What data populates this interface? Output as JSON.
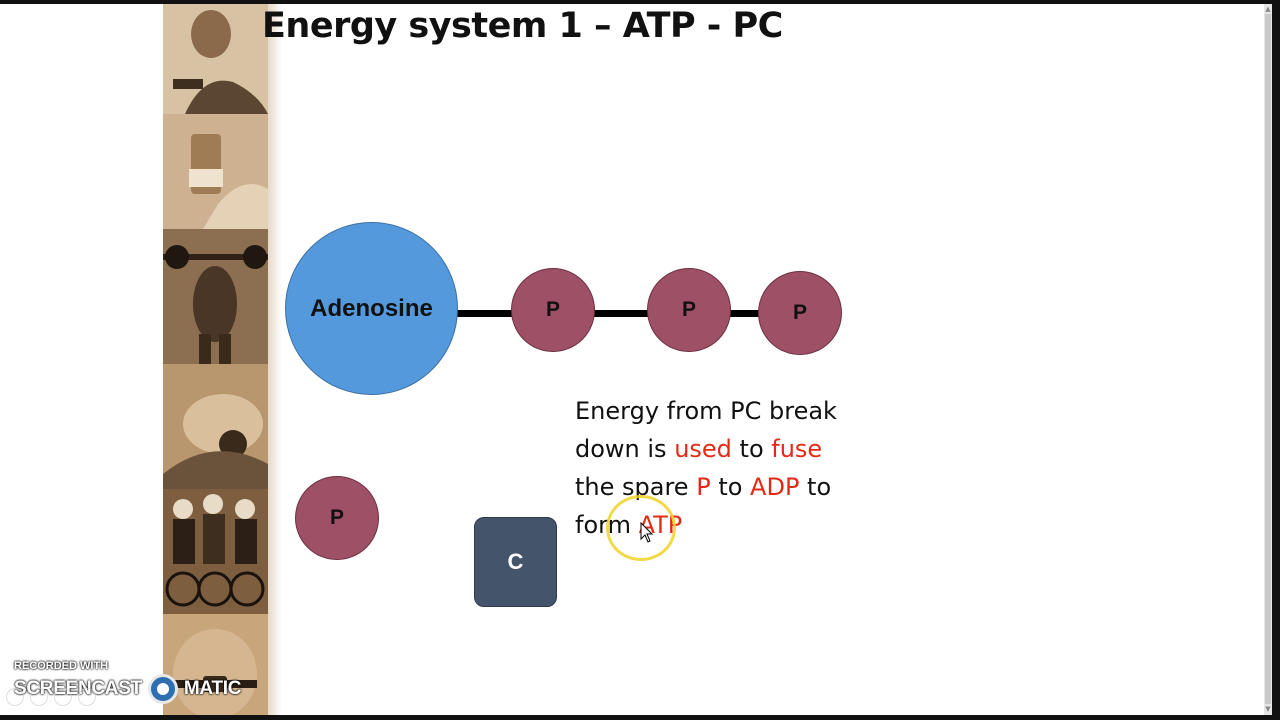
{
  "slide": {
    "title": "Energy system 1 – ATP - PC"
  },
  "molecule": {
    "adenosine_label": "Adenosine",
    "phosphates": [
      "P",
      "P",
      "P"
    ],
    "colors": {
      "adenosine": "#5599dd",
      "phosphate": "#9e5066",
      "creatine": "#44546a",
      "bond": "#000000"
    }
  },
  "spare": {
    "phosphate_label": "P",
    "creatine_label": "C"
  },
  "explanation": {
    "line1": "Energy from PC break",
    "line2_a": "down is ",
    "line2_b": "used",
    "line2_c": " to ",
    "line2_d": "fuse",
    "line3_a": "the spare ",
    "line3_b": "P",
    "line3_c": " to ",
    "line3_d": "ADP",
    "line3_e": " to",
    "line4_a": "form ",
    "line4_b": "ATP",
    "highlight_color": "#e32a16"
  },
  "watermark": {
    "small": "RECORDED WITH",
    "left": "SCREENCAST",
    "right": "MATIC"
  }
}
